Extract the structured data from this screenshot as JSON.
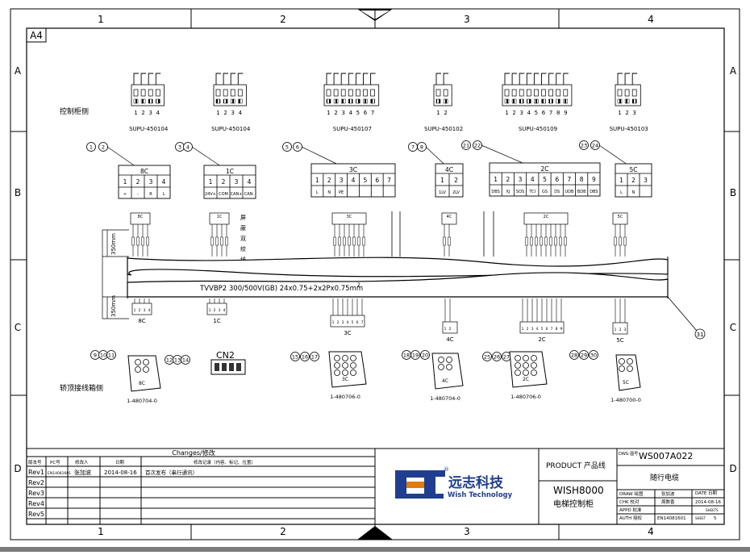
{
  "sheet": {
    "paper_size": "A4",
    "columns": [
      "1",
      "2",
      "3",
      "4"
    ],
    "rows": [
      "A",
      "B",
      "C",
      "D"
    ]
  },
  "labels": {
    "control_side": "控制柜侧",
    "car_top_side": "轿顶接线箱侧",
    "cable_spec": "TVVBP2 300/500V(GB)  24x0.75+2x2Px0.75mm",
    "cable_spec_sup": "2",
    "shield_note": [
      "屏",
      "蔽",
      "双",
      "绞",
      "线"
    ],
    "dim_top": "350mm",
    "dim_bottom": "350mm",
    "callout_31": "31",
    "cn2": "CN2"
  },
  "connectors": [
    {
      "id": "8C",
      "part": "SUPU-450104",
      "pins": [
        "1",
        "2",
        "3",
        "4"
      ],
      "signals": [
        "+",
        "-",
        "R",
        "L"
      ],
      "callouts_top": [
        "1",
        "2"
      ],
      "callouts_bottom": [
        "9",
        "10",
        "11"
      ],
      "bottom_part": "1-480704-0"
    },
    {
      "id": "1C",
      "part": "SUPU-450104",
      "pins": [
        "1",
        "2",
        "3",
        "4"
      ],
      "signals": [
        "24V+",
        "COM",
        "CAN+",
        "CAN-"
      ],
      "callouts_top": [
        "3",
        "4"
      ],
      "callouts_bottom": [
        "12",
        "13",
        "14"
      ],
      "bottom_part": ""
    },
    {
      "id": "3C",
      "part": "SUPU-450107",
      "pins": [
        "1",
        "2",
        "3",
        "4",
        "5",
        "6",
        "7"
      ],
      "signals": [
        "L",
        "N",
        "PE",
        "",
        "",
        "",
        ""
      ],
      "callouts_top": [
        "5",
        "6"
      ],
      "callouts_bottom": [
        "15",
        "16",
        "17"
      ],
      "bottom_part": "1-480706-0"
    },
    {
      "id": "4C",
      "part": "SUPU-450102",
      "pins": [
        "1",
        "2"
      ],
      "signals": [
        "1LV",
        "2LV"
      ],
      "callouts_top": [
        "7",
        "8"
      ],
      "callouts_bottom": [
        "18",
        "19",
        "20"
      ],
      "bottom_part": "1-480704-0"
    },
    {
      "id": "2C",
      "part": "SUPU-450109",
      "pins": [
        "1",
        "2",
        "3",
        "4",
        "5",
        "6",
        "7",
        "8",
        "9"
      ],
      "signals": [
        "DBS",
        "XJ",
        "SOS",
        "TCI",
        "GS",
        "DS",
        "UDB",
        "BDB",
        "DBS"
      ],
      "callouts_top": [
        "21",
        "22"
      ],
      "callouts_bottom": [
        "25",
        "26",
        "27"
      ],
      "bottom_part": "1-480706-0"
    },
    {
      "id": "5C",
      "part": "SUPU-450103",
      "pins": [
        "1",
        "2",
        "3"
      ],
      "signals": [
        "L",
        "N",
        ""
      ],
      "callouts_top": [
        "23",
        "24"
      ],
      "callouts_bottom": [
        "28",
        "29",
        "30"
      ],
      "bottom_part": "1-480700-0"
    }
  ],
  "changes": {
    "title": "Changes/修改",
    "headers": [
      "版本号",
      "PC号",
      "修改人",
      "日期",
      "修改记录（内容、标记、位置）"
    ],
    "rows": [
      {
        "rev": "Rev1",
        "pc": "EN14081601",
        "by": "张加波",
        "date": "2014-08-16",
        "note": "首次发布（串行通讯）"
      },
      {
        "rev": "Rev2",
        "pc": "",
        "by": "",
        "date": "",
        "note": ""
      },
      {
        "rev": "Rev3",
        "pc": "",
        "by": "",
        "date": "",
        "note": ""
      },
      {
        "rev": "Rev4",
        "pc": "",
        "by": "",
        "date": "",
        "note": ""
      },
      {
        "rev": "Rev5",
        "pc": "",
        "by": "",
        "date": "",
        "note": ""
      }
    ]
  },
  "company": {
    "name_cn": "远志科技",
    "name_en": "Wish Technology",
    "registered": "®",
    "logo_color": "#1f3e8f",
    "accent_color": "#e07b10"
  },
  "title_block": {
    "product_label": "PRODUCT 产品线",
    "product": "WISH8000",
    "product_cn": "电梯控制柜",
    "dwg_label": "DWG 图号",
    "dwg_no": "WS007A022",
    "title": "随行电缆",
    "draw_label": "DRAW 绘图",
    "draw_by": "张加波",
    "date_label": "DATE 日期",
    "date": "2014-08-16",
    "chk_label": "CHK 校对",
    "chk_by": "周数香",
    "appd_label": "APPD 批准",
    "appd_by": "",
    "auth_label": "AUTH 授权",
    "auth": "EN14081601",
    "sheet_label": "SHEET",
    "sheet_no": "5",
    "sheets_label": "SHEETS"
  }
}
